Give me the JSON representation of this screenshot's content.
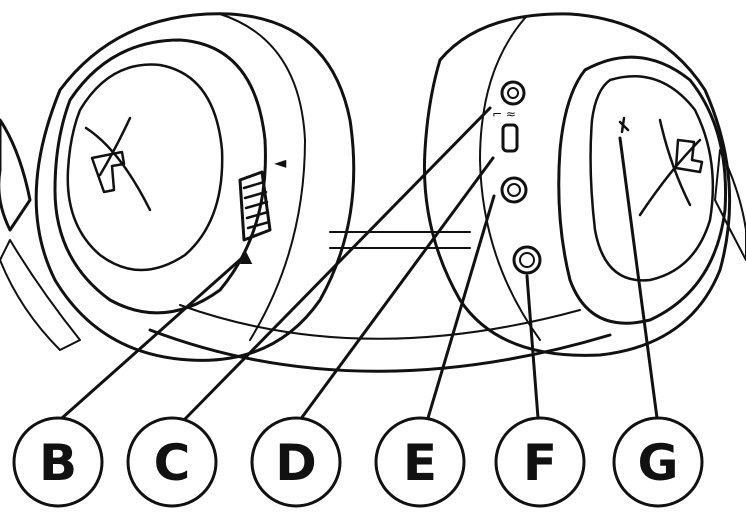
{
  "figure": {
    "subject": "headset-side-view-line-drawing",
    "line_color": "#111111",
    "background_color": "#ffffff"
  },
  "callouts": [
    {
      "letter": "B",
      "target": "volume-wheel"
    },
    {
      "letter": "C",
      "target": "microphone-port"
    },
    {
      "letter": "D",
      "target": "usb-c-charging-port"
    },
    {
      "letter": "E",
      "target": "headphone-jack"
    },
    {
      "letter": "F",
      "target": "power-button"
    },
    {
      "letter": "G",
      "target": "mic-mute-status"
    }
  ]
}
